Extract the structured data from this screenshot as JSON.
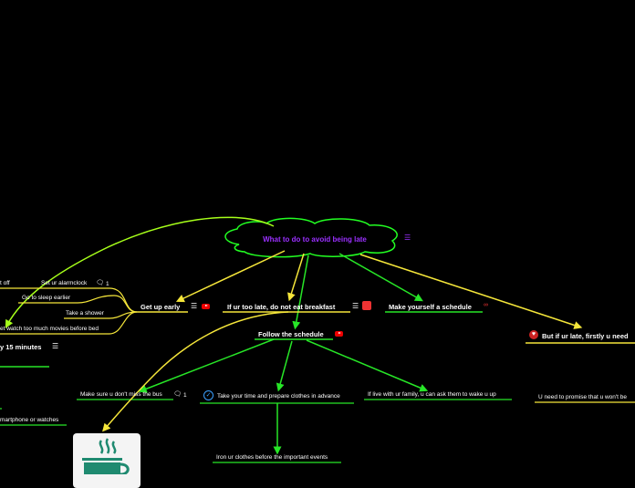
{
  "central": {
    "title": "What to do to avoid being late"
  },
  "branches": {
    "get_up_early": "Get up early",
    "dont_eat_breakfast": "If ur too late, do not eat breakfast",
    "make_schedule": "Make yourself a schedule",
    "follow_schedule": "Follow the schedule",
    "if_late": "But if ur late, firstly u need"
  },
  "get_up_early_items": {
    "off": "t off",
    "alarm": "Set ur alarmclock",
    "sleep": "Go to sleep earlier",
    "shower": "Take a shower",
    "movies": "et watch too much movies before bed"
  },
  "left_partial": {
    "minutes": "y 15 minutes",
    "phone": "martphone or watches"
  },
  "follow_items": {
    "bus": "Make sure u don't miss the bus",
    "time": "Take your time and prepare clothes in advance",
    "family": "If  live with ur family, u can ask them to wake u up",
    "iron": "Iron ur clothes before the important events"
  },
  "late_items": {
    "promise": "U need to promise that u won't be"
  },
  "comment_counts": {
    "alarm": "1",
    "bus": "1"
  },
  "icons": {
    "menu": "menu-lines-icon",
    "youtube": "youtube-icon",
    "dice": "dice-icon",
    "link": "link-icon",
    "comment": "comment-icon",
    "check": "checkmark-circle-icon",
    "heart": "heart-icon",
    "coffee": "coffee-cup-icon"
  },
  "colors": {
    "background": "#000000",
    "center_text": "#9b30ff",
    "cloud_border": "#22ff22",
    "yellow_line": "#f5e63a",
    "green_line": "#27e627",
    "lime_line": "#a6ff1a"
  }
}
